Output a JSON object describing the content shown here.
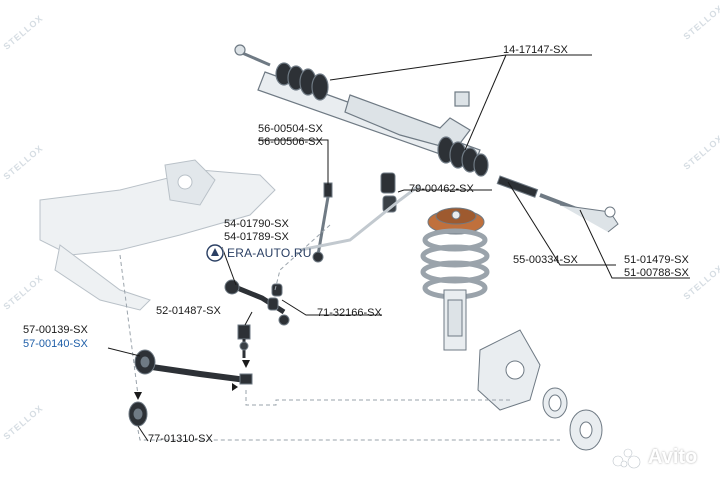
{
  "watermark": {
    "text": "STELLOX"
  },
  "labels": [
    {
      "id": "l1",
      "text": "14-17147-SX"
    },
    {
      "id": "l2",
      "text": "56-00504-SX"
    },
    {
      "id": "l3",
      "text": "56-00506-SX"
    },
    {
      "id": "l4",
      "text": "79-00462-SX"
    },
    {
      "id": "l5",
      "text": "54-01790-SX"
    },
    {
      "id": "l6",
      "text": "54-01789-SX"
    },
    {
      "id": "l7",
      "text": "55-00334-SX"
    },
    {
      "id": "l8",
      "text": "51-01479-SX"
    },
    {
      "id": "l9",
      "text": "51-00788-SX"
    },
    {
      "id": "l10",
      "text": "52-01487-SX"
    },
    {
      "id": "l11",
      "text": "71-32166-SX"
    },
    {
      "id": "l12",
      "text": "57-00139-SX"
    },
    {
      "id": "l13",
      "text": "57-00140-SX"
    },
    {
      "id": "l14",
      "text": "77-01310-SX"
    }
  ],
  "era_watermark": {
    "text": "ERA-AUTO.RU"
  },
  "avito_watermark": {
    "text": "Avito"
  },
  "colors": {
    "line": "#1a1a1a",
    "highlight": "#1f5fa8",
    "part_stroke": "#6f7a84",
    "part_fill": "#e9edf0",
    "dark_part": "#2d3136",
    "spring": "#c8d0d6",
    "strut_top": "#c0703c"
  }
}
